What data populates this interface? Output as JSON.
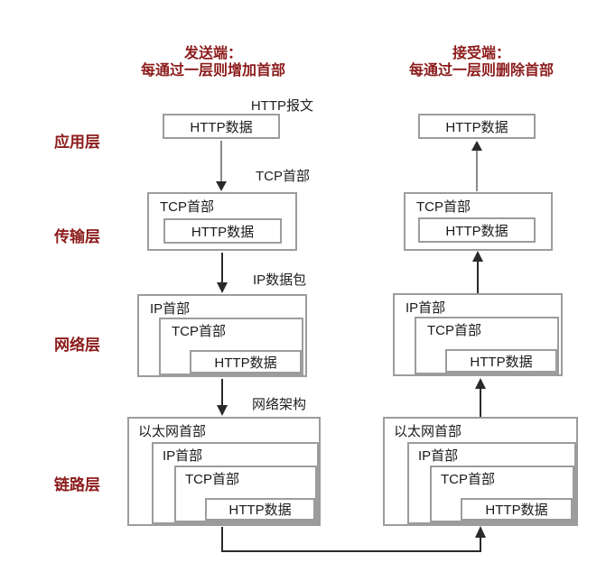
{
  "headers": {
    "sender": {
      "line1": "发送端：",
      "line2": "每通过一层则增加首部"
    },
    "receiver": {
      "line1": "接受端：",
      "line2": "每通过一层则删除首部"
    }
  },
  "layers": [
    {
      "id": "application",
      "label": "应用层"
    },
    {
      "id": "transport",
      "label": "传输层"
    },
    {
      "id": "network",
      "label": "网络层"
    },
    {
      "id": "link",
      "label": "链路层"
    }
  ],
  "flow_labels": {
    "http_message": "HTTP报文",
    "tcp_header": "TCP首部",
    "ip_packet": "IP数据包",
    "network_frame": "网络架构"
  },
  "box_labels": {
    "http_data": "HTTP数据",
    "tcp_header": "TCP首部",
    "ip_header": "IP首部",
    "ethernet_header": "以太网首部"
  },
  "colors": {
    "accent_red": "#8C1B1B",
    "box_border": "#9C9C9C",
    "line_dark": "#2A2A2A",
    "line_gray": "#8A8A8A"
  }
}
